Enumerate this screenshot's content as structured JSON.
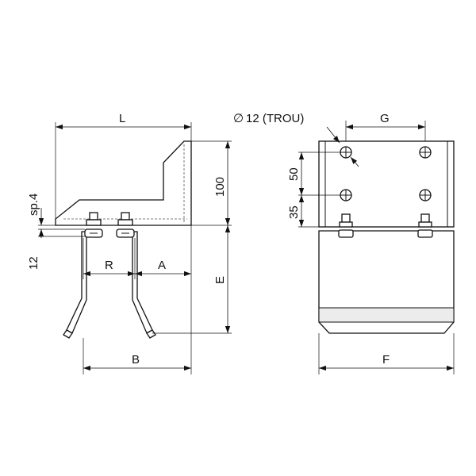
{
  "labels": {
    "L": "L",
    "G": "G",
    "hole": "12 (TROU)",
    "hole_symbol": "∅",
    "sp": "sp.4",
    "h100": "100",
    "d50": "50",
    "d35": "35",
    "d12": "12",
    "R": "R",
    "A": "A",
    "E": "E",
    "B": "B",
    "F": "F"
  }
}
